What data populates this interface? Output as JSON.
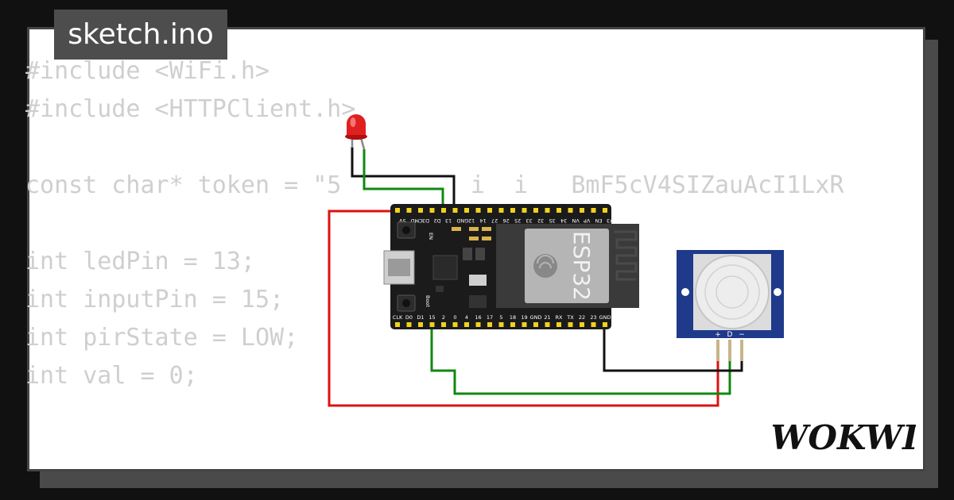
{
  "editor": {
    "tab_title": "sketch.ino",
    "code_lines": [
      "#include <WiFi.h>",
      "#include <HTTPClient.h>",
      "",
      "const char* token = \"5         i  i   BmF5cV4SIZauAcI1LxR",
      "",
      "int ledPin = 13;",
      "int inputPin = 15;",
      "int pirState = LOW;",
      "int val = 0;"
    ]
  },
  "circuit": {
    "board": {
      "chip_label": "ESP32",
      "top_pins": [
        "3V3",
        "EN",
        "VP",
        "VN",
        "34",
        "35",
        "32",
        "33",
        "25",
        "26",
        "27",
        "14",
        "12",
        "GND",
        "13",
        "D2",
        "D3",
        "CMD",
        "5V"
      ],
      "bottom_pins": [
        "CLK",
        "D0",
        "D1",
        "15",
        "2",
        "0",
        "4",
        "16",
        "17",
        "5",
        "18",
        "19",
        "GND",
        "21",
        "RX",
        "TX",
        "22",
        "23",
        "GND"
      ],
      "en_label": "EN",
      "boot_label": "Boot"
    },
    "pir": {
      "pin_labels": [
        "+",
        "D",
        "−"
      ]
    },
    "wire_colors": {
      "red": "#dd1111",
      "green": "#118811",
      "black": "#111111"
    },
    "led_color": "#e02020"
  },
  "brand": {
    "logo_text": "WOKWI"
  }
}
